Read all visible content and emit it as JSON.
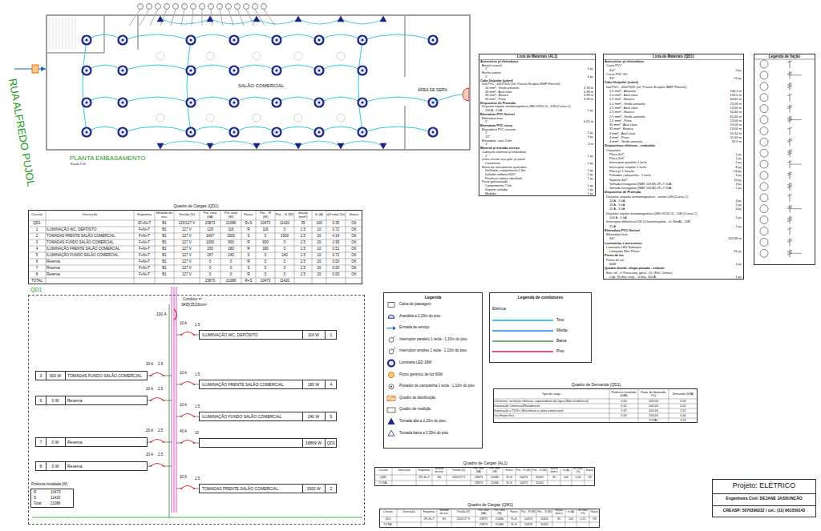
{
  "diagram": {
    "nodes": [
      {
        "text": [
          "SALÃO COMERCIAL",
          "ÁREA DE SERV.",
          "PLANTA EMBASAMENTO"
        ]
      },
      {
        "text": [
          "Lista de Materiais (AL1)"
        ]
      },
      {
        "text": [
          "Lista de Materiais (QD1)"
        ]
      },
      {
        "text": [
          "Legenda de fiação"
        ]
      },
      {
        "text": [
          "Quadro de Cargas (QD1)"
        ]
      },
      {
        "text": [
          "QD1"
        ]
      },
      {
        "text": [
          "ILUMINAÇÃO WC, DEPÓSITO",
          "116 W",
          "1"
        ],
        "in": 5
      },
      {
        "text": [
          "ILUMINAÇÃO FRENTE SALÃO COMERCIAL",
          "180 W",
          "4"
        ],
        "in": 5
      },
      {
        "text": [
          "ILUMINAÇÃO FUNDO SALÃO COMERCIAL",
          "240 W",
          "5"
        ],
        "in": 5
      },
      {
        "text": [
          "18869 W",
          "QD1"
        ],
        "in": 5
      },
      {
        "text": [
          "TOMADAS FRENTE SALÃO COMERCIAL",
          "1500 W",
          "2"
        ],
        "in": 5
      },
      {
        "text": [
          "3",
          "900 W",
          "TOMADAS FUNDO SALÃO COMERCIAL"
        ],
        "in": 5
      },
      {
        "text": [
          "6",
          "0 W",
          "Reserva"
        ],
        "in": 5
      },
      {
        "text": [
          "7",
          "0 W",
          "Reserva"
        ],
        "in": 5
      },
      {
        "text": [
          "8",
          "0 W",
          "Reserva"
        ],
        "in": 5
      },
      {
        "text": [
          "Potência instalada (W)",
          "R",
          "10473",
          "S",
          "11420",
          "Total",
          "21086"
        ],
        "in": 5
      },
      {
        "text": [
          "Legenda"
        ]
      },
      {
        "text": [
          "Legenda de condutores"
        ]
      },
      {
        "text": [
          "Quadro de Demanda (QD1)"
        ]
      },
      {
        "text": [
          "Quadro de Cargas (AL1)"
        ]
      },
      {
        "text": [
          "Quadro de Cargas (QM1)"
        ]
      },
      {
        "text": [
          "Projeto: ELÉTRICO",
          "Engenheira Civil: DEJANE JASSUNÇÃO",
          "CREASP: 5070396232 / cel.: (11) 961559143"
        ]
      }
    ],
    "labels": [
      "RUA ALFREDO PUJOL",
      "Escala 1:50",
      "Acessórios p/ eletrodutos",
      "Arruela zamak",
      "1\"",
      "4 pç",
      "Bucha zamak",
      "1\"",
      "4 pç",
      "Cabo Unipolar (cobre)",
      "Isol.PVC - 450/750V (ref. Pirastic Ecoplus BWF Flexível)",
      "16 mm² - Verde-amarelo",
      "3.39 m",
      "35 mm² - Azul claro",
      "3.39 m",
      "35 mm² - Branco",
      "3.39 m",
      "35 mm² - Preto",
      "3.39 m",
      "Dispositivo de Proteção",
      "Disjuntor tripolar termomagnético (380 V/220 V) - DIN (Curva C)",
      "100 A - 5 kA",
      "1 pç",
      "Eletroduto PVC flexível",
      "Eletroduto leve",
      "1\"",
      "6.62 m",
      "Eletroduto PVC rosca",
      "Braçadeira PVC encaixe",
      "1\"",
      "2 pç",
      "1/2\"",
      "3 pç",
      "Eletroduto, vara 3.0m",
      "1\"",
      "2 m",
      "Material p/ entrada serviço",
      "Cabeçote alumínio p/ eletroduto",
      "1\"",
      "1 pç",
      "Cinta circular aço galv. p/ poste",
      "Cantoneira",
      "1 pç",
      "Haste de aterramento aço/cobre",
      "D=16mm, comprimento 2.4m",
      "1 pç",
      "Isolador roldana 600V",
      "1 pç",
      "Parafuso cabeça abaulada",
      "1 pç",
      "Poste galvanizado",
      "Comprimento 7.5m",
      "1 pç",
      "Suporte isolador",
      "1 pç",
      "Medidor",
      "1 pç",
      "Acessórios p/ eletrodutos",
      "Caixa PVC",
      "4x2\"",
      "4 pç",
      "Curva PVC 90°",
      "3/4\"",
      "21 pç",
      "Cabo Unipolar (cobre)",
      "Isol.PVC - 450/750V (ref. Pirastic Ecoplus BWF Flexível)",
      "1.5 mm² - Amarelo",
      "130.2 m",
      "1.5 mm² - Azul claro",
      "194.5 m",
      "1.5 mm² - Branco",
      "44.62 m",
      "1.5 mm² - Verde-amarelo",
      "23.28 m",
      "2.5 mm² - Azul claro",
      "13.06 m",
      "2.5 mm² - Branco",
      "62.46 m",
      "2.5 mm² - Verde-amarelo",
      "62.46 m",
      "2.5 mm² - Preto",
      "13.06 m",
      "35 mm² - Azul claro",
      "13.06 m",
      "35 mm² - Branco",
      "13.06 m",
      "4 mm² - Azul claro",
      "55.34 m",
      "4 mm² - Preto",
      "55.34 m",
      "4 mm² - Verde-amarelo",
      "30.9 m",
      "Dispositivos elétricos - embutido",
      "Conjuntos",
      "Placa 4x2\"",
      "1 pç",
      "Placa 2x4\"",
      "1 pç",
      "Interruptor paralelo 1 tecla",
      "1 pç",
      "Interruptor simples 1 tecla",
      "8 pç",
      "Placa p/ 1 função",
      "24 pç",
      "Pulsador campainha - 1 tecla",
      "1 pç",
      "Suporte 4x2\"",
      "10 pç",
      "Tomada hexagonal (NBR 14136) 2P+T 10A",
      "3 pç",
      "Tomada hexagonal (NBR 14136) 2P+T 20A",
      "1 pç",
      "Dispositivo de Proteção",
      "Disjuntor unipolar termomagnético - norma DIN (Curva C)",
      "10 A - 3 kA",
      "4 pç",
      "16 A - 3 kA",
      "1 pç",
      "20 A - 3 kA",
      "4 pç",
      "Disjuntor tripolar termomagnético (380 V/220 V) - DIN (Curva C)",
      "100 A - 5 kA",
      "1 pç",
      "Interruptor diferencial DR (4 fios/tetrapolar - In 30mA) - DIN",
      "25 A",
      "1 pç",
      "Eletroduto PVC flexível",
      "Eletroduto leve",
      "3/4\"",
      "202.86 m",
      "Luminárias e acessórios",
      "Luminária LED Sobrepor",
      "Lâmpada Slim Platon",
      "31 pç",
      "Ponto de luz",
      "Ponto de luz",
      "60W",
      "1 pç",
      "Quadro distrib. chapa pintada - embutir",
      "Barr. tel., c/ Porta-etiq. geral - DL (Ref. Cemar)",
      "Cap. 30 disj. unip. - In bar. 100 A",
      "1 pç",
      "Circuito",
      "Descrição",
      "Esquema",
      "Método de inst.",
      "Tensão (V)",
      "Pot. total (VA)",
      "Pot. total (W)",
      "Fases",
      "Pot. - R (W)",
      "Pot. - S (W)",
      "Seção (mm²)",
      "In (A)",
      "dV total (%)",
      "Status",
      "QD1",
      "2F+N+T",
      "B1",
      "220/127 V",
      "23873",
      "21086",
      "R+S",
      "10473",
      "11420",
      "35",
      "100",
      "0.35",
      "OK",
      "1",
      "ILUMINAÇÃO WC, DEPÓSITO",
      "F+N+T",
      "B1",
      "127 V",
      "129",
      "116",
      "R",
      "116",
      "0",
      "1.5",
      "10",
      "0.72",
      "OK",
      "2",
      "TOMADAS FRENTE SALÃO COMERCIAL",
      "F+N+T",
      "B1",
      "127 V",
      "1667",
      "1500",
      "S",
      "0",
      "1500",
      "2.5",
      "20",
      "4.14",
      "OK",
      "3",
      "TOMADAS FUNDO SALÃO COMERCIAL",
      "F+N+T",
      "B1",
      "127 V",
      "1000",
      "900",
      "R",
      "900",
      "0",
      "2.5",
      "20",
      "2.93",
      "OK",
      "4",
      "ILUMINAÇÃO FRENTE SALÃO COMERCIAL",
      "F+N+T",
      "B1",
      "127 V",
      "200",
      "180",
      "R",
      "180",
      "0",
      "1.5",
      "10",
      "0.51",
      "OK",
      "5",
      "ILUMINAÇÃO FUNDO SALÃO COMERCIAL",
      "F+N+T",
      "B1",
      "127 V",
      "267",
      "240",
      "S",
      "0",
      "240",
      "1.5",
      "10",
      "0.72",
      "OK",
      "6",
      "Reserva",
      "F+N+T",
      "B1",
      "127 V",
      "0",
      "0",
      "R",
      "0",
      "0",
      "2.5",
      "20",
      "0.00",
      "OK",
      "7",
      "Reserva",
      "F+N+T",
      "B1",
      "127 V",
      "0",
      "0",
      "S",
      "0",
      "0",
      "2.5",
      "20",
      "0.00",
      "OK",
      "8",
      "Reserva",
      "F+N+T",
      "B1",
      "127 V",
      "0",
      "0",
      "R",
      "0",
      "0",
      "2.5",
      "20",
      "0.00",
      "OK",
      "TOTAL",
      "23873",
      "21086",
      "R+S",
      "10473",
      "11420",
      "Condutor nº",
      "3#35(35)16mm²",
      "100 A",
      "10 A",
      "1.5",
      "10 A",
      "1.5",
      "10 A",
      "1.5",
      "40 A",
      "10",
      "20 A",
      "2.5",
      "20 A",
      "2.5",
      "20 A",
      "2.5",
      "20 A",
      "2.5",
      "20 A",
      "2.5",
      "Elétrica",
      "Tipo de carga",
      "Potência instalada (kVA)",
      "Fator de demanda (%)",
      "Demanda (kVA)",
      "Chuveiros, torneiras elétricas, aquecedores de água (Não residencial)",
      "0.00",
      "100.00",
      "0.00",
      "Iluminação Comercial/Residencial",
      "0.62",
      "100.00",
      "0.62",
      "Iluminação e TUG's (Escritórios e salas comerciais)",
      "2.67",
      "100.00",
      "2.67",
      "Uso Específico",
      "0.00",
      "100.00",
      "0.00",
      "TOTAL",
      "3.29",
      "Circuito",
      "Descrição",
      "Esquema",
      "Método de inst.",
      "Tensão (V)",
      "Pot. total (VA)",
      "Pot. total (W)",
      "Fases",
      "Pot. - R (W)",
      "Pot. - S (W)",
      "Seção (mm²)",
      "In (A)",
      "dV total (%)",
      "Status",
      "QM1",
      "2F+N+T",
      "B1",
      "220/127 V",
      "23873",
      "21086",
      "R+S",
      "10473",
      "11420",
      "35",
      "100",
      "0.20",
      "OK",
      "TOTAL",
      "23873",
      "21086",
      "R+S",
      "10473",
      "11420",
      "Circuito",
      "Descrição",
      "Esquema",
      "Método de inst.",
      "Tensão (V)",
      "Pot. total (VA)",
      "Pot. total (W)",
      "Fases",
      "Pot. - R (W)",
      "Pot. - S (W)",
      "Seção (mm²)",
      "In (A)",
      "dV total (%)",
      "Status",
      "QD1",
      "2F+N+T",
      "B1",
      "220/127 V",
      "23873",
      "21086",
      "R+S",
      "10473",
      "11420",
      "35",
      "100",
      "0.15",
      "OK",
      "TOTAL",
      "23873",
      "21086",
      "R+S",
      "10473",
      "11420"
    ],
    "legend": [
      {
        "text": "Caixa de passagem"
      },
      {
        "text": "Arandela a 2,20m do piso"
      },
      {
        "text": "Entrada de serviço"
      },
      {
        "text": "Interruptor paralelo 1 tecla - 1,10m do piso"
      },
      {
        "text": "Interruptor simples 1 tecla - 1,10m do piso"
      },
      {
        "text": "Luminária LED 18W"
      },
      {
        "text": "Ponto genérico de luz 60W"
      },
      {
        "text": "Pulsador de campainha 1 tecla - 1,10m do piso"
      },
      {
        "text": "Quadro de distribuição"
      },
      {
        "text": "Quadro de medição"
      },
      {
        "text": "Tomada alta a 2,20m do piso"
      },
      {
        "text": "Tomada baixa a 0,30m do piso"
      },
      {
        "text": "Teto",
        "color": "#00bcd4"
      },
      {
        "text": "Média",
        "color": "#1e88e5"
      },
      {
        "text": "Baixa",
        "color": "#43a047"
      },
      {
        "text": "Piso",
        "color": "#d81b60"
      }
    ]
  }
}
